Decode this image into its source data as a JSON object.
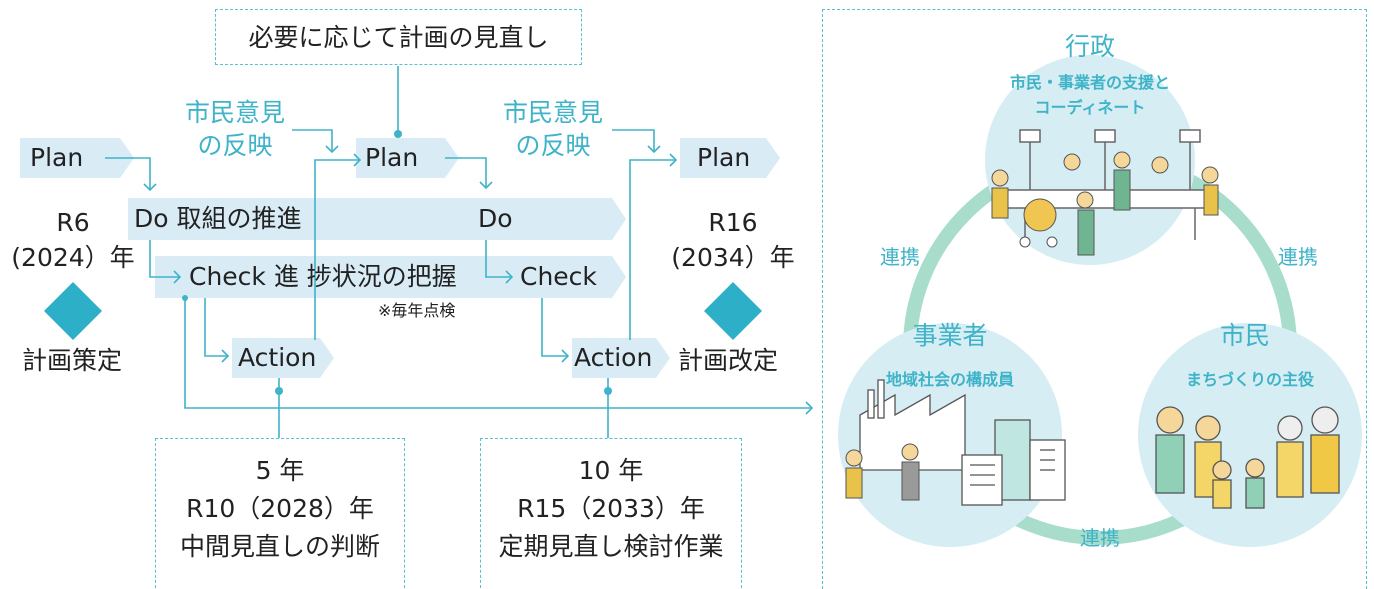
{
  "review_box": "必要に応じて計画の見直し",
  "feedback1": [
    "市民意見",
    "の反映"
  ],
  "feedback2": [
    "市民意見",
    "の反映"
  ],
  "start": {
    "plan": "Plan",
    "year": "R6",
    "year2": "(2024）年",
    "caption": "計画策定"
  },
  "end": {
    "plan": "Plan",
    "year": "R16",
    "year2": "(2034）年",
    "caption": "計画改定"
  },
  "mid_plan": "Plan",
  "do_label": "Do 取組の推進",
  "do_label2": "Do",
  "check_label": "Check  進 捗状況の把握",
  "check_label2": "Check",
  "check_note": "※毎年点検",
  "action1": "Action",
  "action2": "Action",
  "box5": [
    "5 年",
    "R10（2028）年",
    "中間見直しの判断"
  ],
  "box10": [
    "10 年",
    "R15（2033）年",
    "定期見直し検討作業"
  ],
  "right": {
    "gov_title": "行政",
    "gov_sub": [
      "市民・事業者の支援と",
      "コーディネート"
    ],
    "biz_title": "事業者",
    "biz_sub": "地域社会の構成員",
    "cit_title": "市民",
    "cit_sub": "まちづくりの主役",
    "link_left": "連携",
    "link_right": "連携",
    "link_bottom": "連携"
  },
  "colors": {
    "teal": "#3fb3c8",
    "band": "#d9ecf5",
    "circle": "#d6edf3",
    "diamond": "#2eafc8",
    "ring": "#a8dccb"
  }
}
